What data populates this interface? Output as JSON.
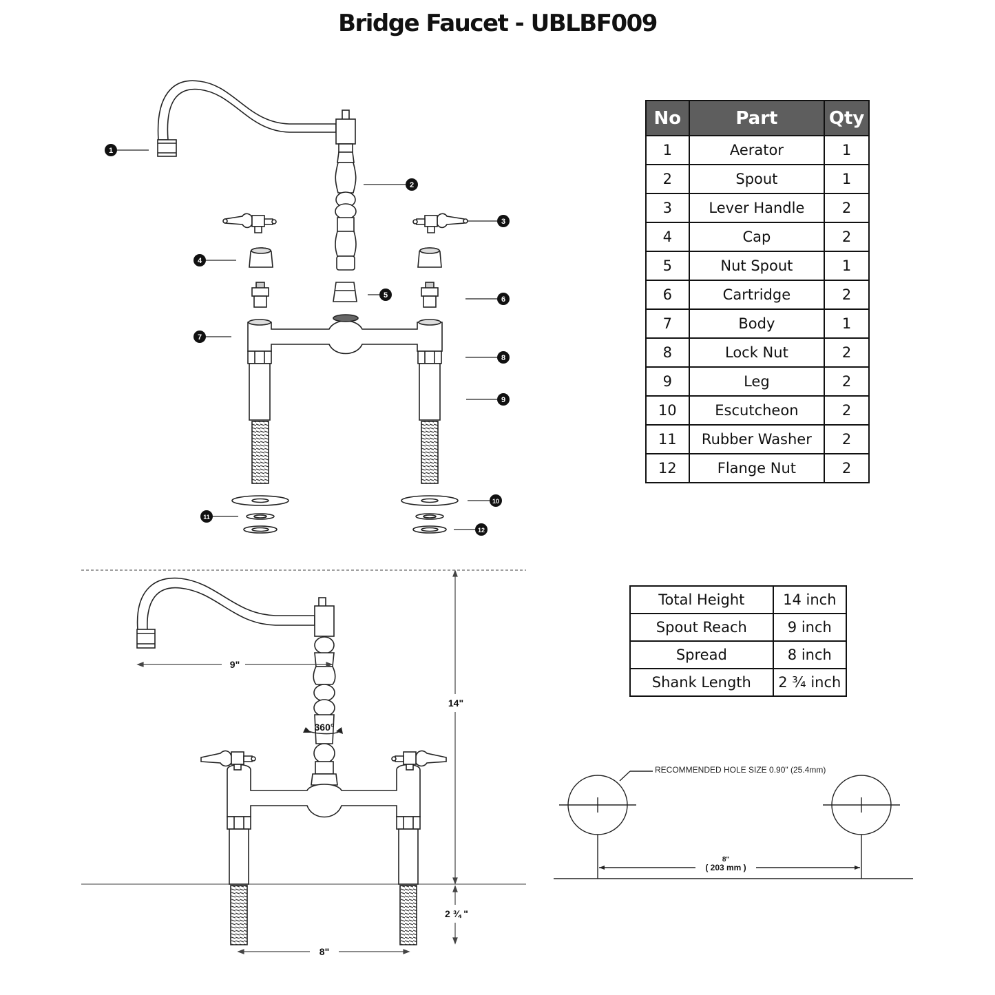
{
  "title": "Bridge Faucet - UBLBF009",
  "parts_table": {
    "headers": [
      "No",
      "Part",
      "Qty"
    ],
    "rows": [
      [
        "1",
        "Aerator",
        "1"
      ],
      [
        "2",
        "Spout",
        "1"
      ],
      [
        "3",
        "Lever Handle",
        "2"
      ],
      [
        "4",
        "Cap",
        "2"
      ],
      [
        "5",
        "Nut Spout",
        "1"
      ],
      [
        "6",
        "Cartridge",
        "2"
      ],
      [
        "7",
        "Body",
        "1"
      ],
      [
        "8",
        "Lock Nut",
        "2"
      ],
      [
        "9",
        "Leg",
        "2"
      ],
      [
        "10",
        "Escutcheon",
        "2"
      ],
      [
        "11",
        "Rubber Washer",
        "2"
      ],
      [
        "12",
        "Flange Nut",
        "2"
      ]
    ]
  },
  "specs_table": {
    "rows": [
      [
        "Total Height",
        "14 inch"
      ],
      [
        "Spout Reach",
        "9 inch"
      ],
      [
        "Spread",
        "8 inch"
      ],
      [
        "Shank Length",
        "2 ¾ inch"
      ]
    ]
  },
  "callouts": [
    "1",
    "2",
    "3",
    "4",
    "5",
    "6",
    "7",
    "8",
    "9",
    "10",
    "11",
    "12"
  ],
  "dimensions": {
    "spout_reach": "9\"",
    "rotation": "360°",
    "total_height": "14\"",
    "shank_length": "2 ¾ \"",
    "spread": "8\""
  },
  "hole_diagram": {
    "note": "RECOMMENDED HOLE SIZE   0.90\" (25.4mm)",
    "spacing_in": "8\"",
    "spacing_mm": "(  203 mm  )"
  }
}
